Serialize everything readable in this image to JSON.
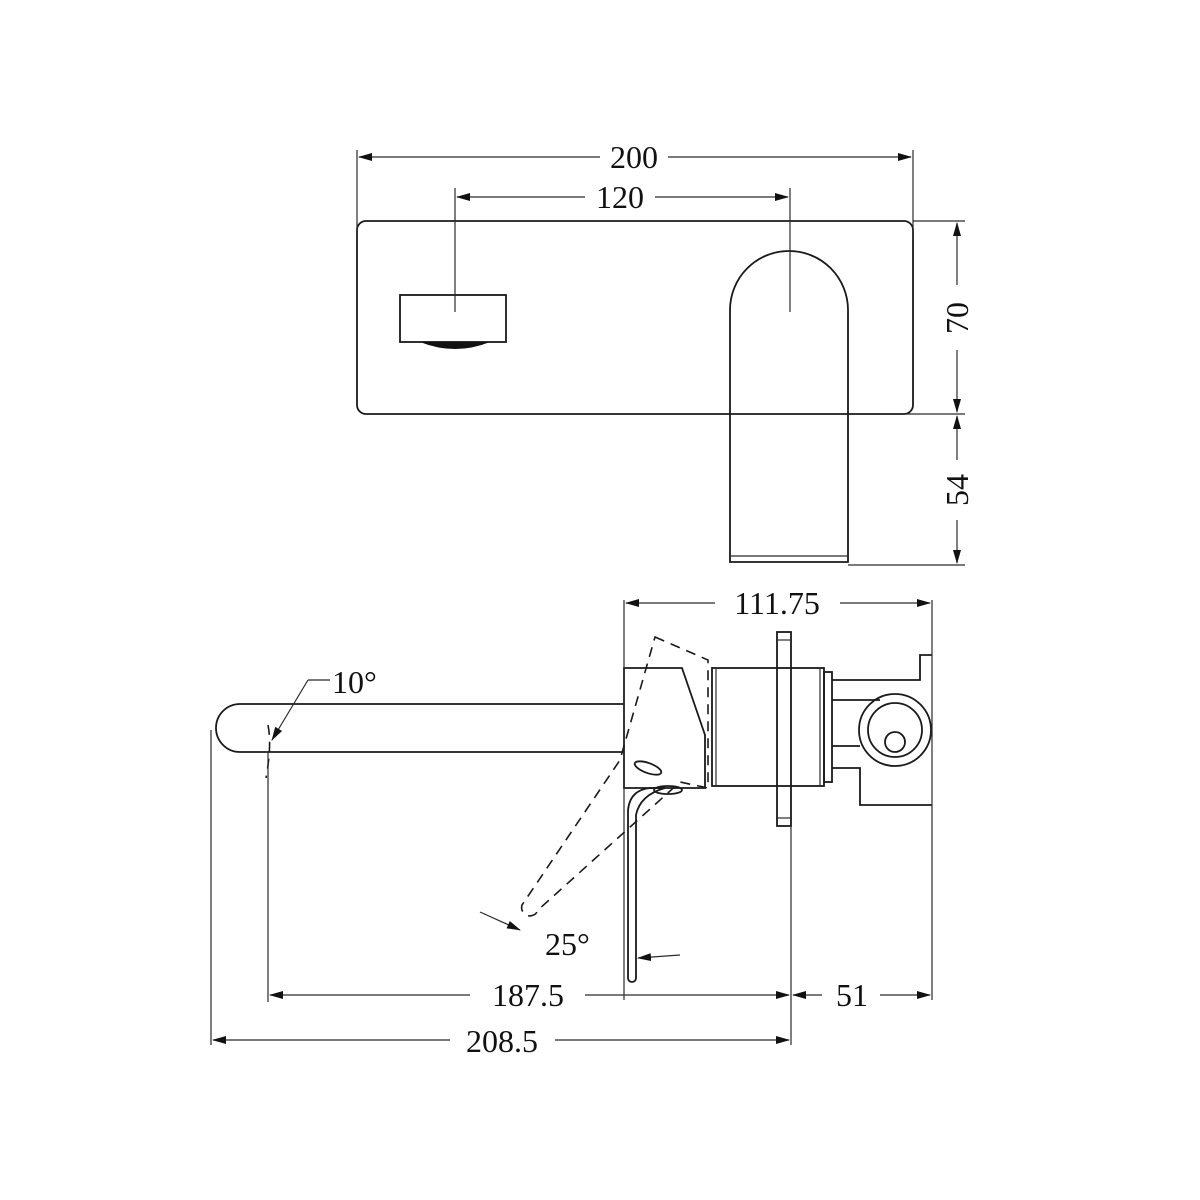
{
  "drawing": {
    "type": "technical-dimension-drawing",
    "subject": "wall-mounted mixer with spout",
    "units": "mm",
    "line_color": "#1a1a1a",
    "background": "#ffffff"
  },
  "front_view": {
    "dimensions": {
      "plate_width": "200",
      "centers": "120",
      "plate_height": "70",
      "spout_drop": "54"
    }
  },
  "side_view": {
    "dimensions": {
      "body_depth": "111.75",
      "spout_reach_inner": "187.5",
      "spout_reach_total": "208.5",
      "wall_depth": "51",
      "spout_angle": "10°",
      "lever_angle": "25°"
    }
  }
}
